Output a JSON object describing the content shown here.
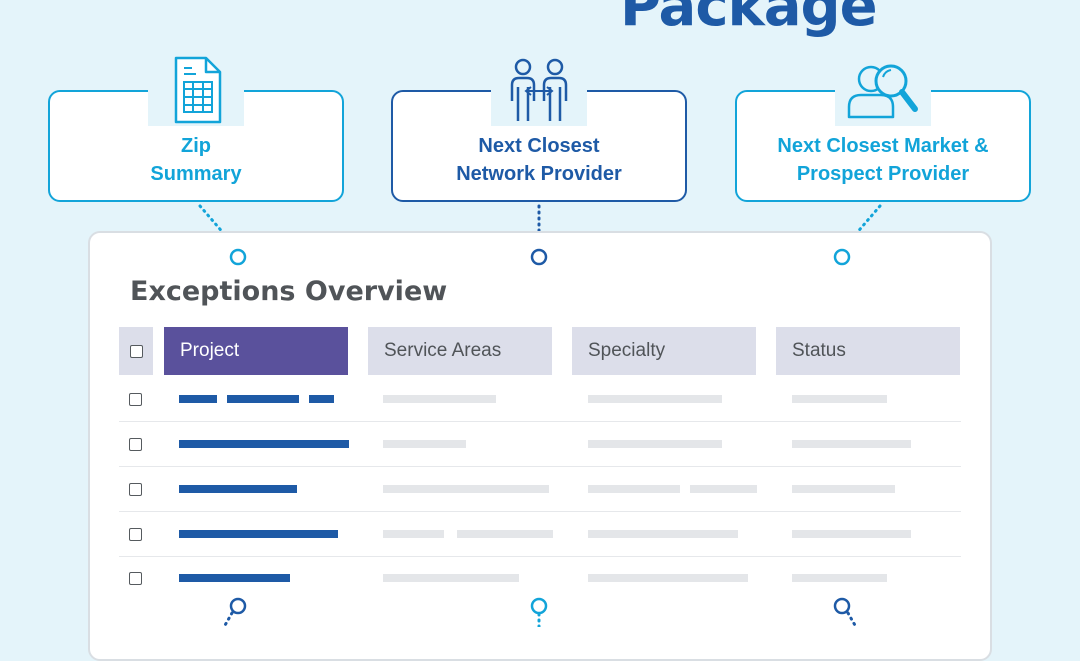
{
  "heading": "Package",
  "callouts": [
    {
      "label": "Zip\nSummary",
      "icon": "spreadsheet-icon"
    },
    {
      "label": "Next Closest\nNetwork Provider",
      "icon": "people-exchange-icon"
    },
    {
      "label": "Next Closest Market &\nProspect Provider",
      "icon": "person-search-icon"
    }
  ],
  "panel": {
    "title": "Exceptions Overview",
    "columns": [
      "Project",
      "Service Areas",
      "Specialty",
      "Status"
    ],
    "active_column": "Project",
    "rows": 5
  },
  "colors": {
    "background": "#e4f4fa",
    "brand_blue": "#1e5aa6",
    "accent_cyan": "#12a4d9",
    "active_header": "#5a519c",
    "header_gray": "#dcdeea"
  }
}
